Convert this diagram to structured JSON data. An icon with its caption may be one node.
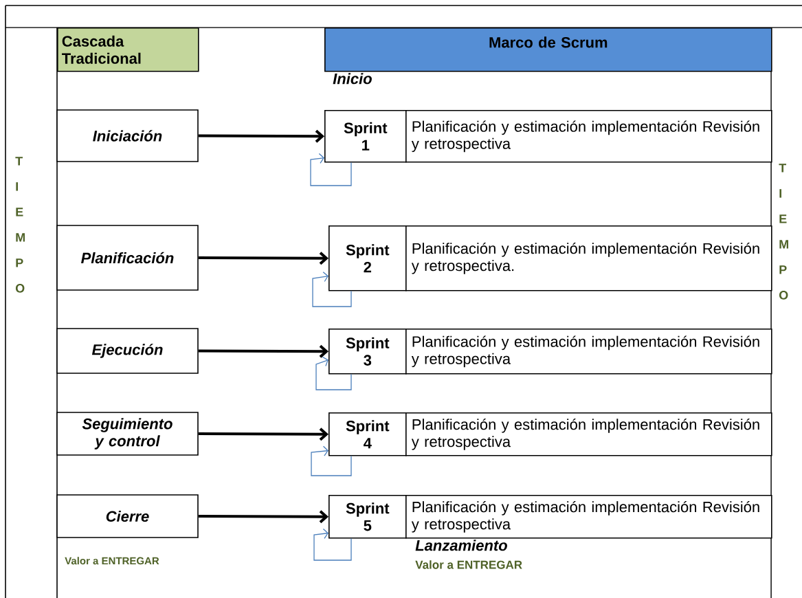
{
  "diagram": {
    "nodes": [
      {
        "text": [
          "Cascada Tradicional"
        ]
      },
      {
        "text": [
          "Marco de Scrum"
        ]
      },
      {
        "text": [
          "Iniciación"
        ]
      },
      {
        "text": [
          "Sprint 1"
        ]
      },
      {
        "text": [
          "Planificación y estimación implementación Revisión y retrospectiva"
        ]
      },
      {
        "text": [
          "Planificación"
        ]
      },
      {
        "text": [
          "Sprint 2"
        ]
      },
      {
        "text": [
          "Planificación y estimación implementación Revisión y retrospectiva."
        ]
      },
      {
        "text": [
          "Ejecución"
        ]
      },
      {
        "text": [
          "Sprint 3"
        ]
      },
      {
        "text": [
          "Planificación y estimación implementación Revisión y retrospectiva"
        ]
      },
      {
        "text": [
          "Seguimiento y control"
        ]
      },
      {
        "text": [
          "Sprint 4"
        ]
      },
      {
        "text": [
          "Planificación y estimación implementación Revisión y retrospectiva"
        ]
      },
      {
        "text": [
          "Cierre"
        ]
      },
      {
        "text": [
          "Sprint 5"
        ]
      },
      {
        "text": [
          "Planificación y estimación implementación Revisión y retrospectiva"
        ]
      }
    ],
    "edges": [
      {
        "from": 2,
        "to": 3,
        "arrow": "to",
        "style": "thick"
      },
      {
        "from": 3,
        "to": 3,
        "arrow": "to",
        "color": "#4a7ebb"
      },
      {
        "from": 5,
        "to": 6,
        "arrow": "to",
        "style": "thick"
      },
      {
        "from": 6,
        "to": 6,
        "arrow": "to",
        "color": "#4a7ebb"
      },
      {
        "from": 8,
        "to": 9,
        "arrow": "to",
        "style": "thick"
      },
      {
        "from": 9,
        "to": 9,
        "arrow": "to",
        "color": "#4a7ebb"
      },
      {
        "from": 11,
        "to": 12,
        "arrow": "to",
        "style": "thick"
      },
      {
        "from": 12,
        "to": 12,
        "arrow": "to",
        "color": "#4a7ebb"
      },
      {
        "from": 14,
        "to": 15,
        "arrow": "to",
        "style": "thick"
      },
      {
        "from": 15,
        "to": 15,
        "arrow": "to",
        "color": "#4a7ebb"
      }
    ],
    "labels": [
      "Inicio",
      "T I E M P O",
      "T I E M P O",
      "Lanzamiento",
      "Valor a ENTREGAR",
      "Valor a ENTREGAR"
    ]
  }
}
